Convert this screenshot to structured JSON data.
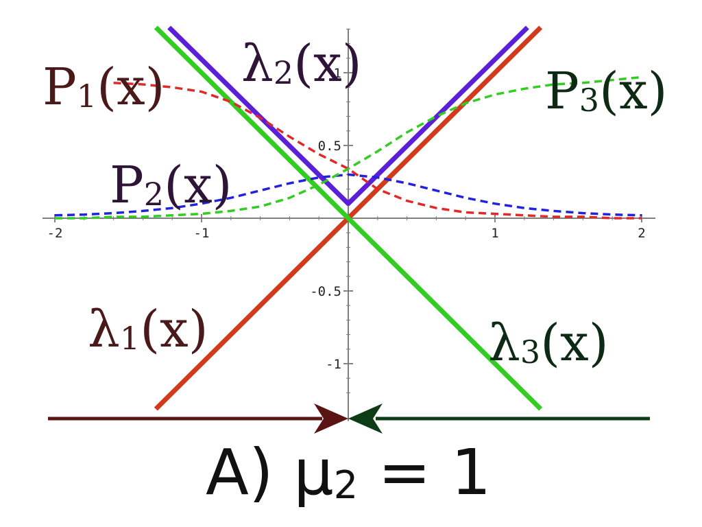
{
  "chart_data": {
    "type": "line",
    "title": "",
    "xlabel": "",
    "ylabel": "",
    "xlim": [
      -2,
      2
    ],
    "ylim": [
      -1.3,
      1.35
    ],
    "grid": false,
    "x_ticks": [
      {
        "value": -2,
        "label": "-2"
      },
      {
        "value": -1,
        "label": "-1"
      },
      {
        "value": 1,
        "label": "1"
      },
      {
        "value": 2,
        "label": "2"
      }
    ],
    "y_ticks": [
      {
        "value": 0.5,
        "label": "0.5"
      },
      {
        "value": 1,
        "label": "1"
      },
      {
        "value": -0.5,
        "label": "-0.5"
      },
      {
        "value": -1,
        "label": "-1"
      }
    ],
    "series": [
      {
        "key": "lambda1",
        "name": "λ1(x)",
        "label_base": "λ",
        "label_sub": "1",
        "label_tail": "(x)",
        "color": "#d23a1c",
        "label_color": "#4a1a1a",
        "style": "solid",
        "x": [
          -1.3,
          1.3
        ],
        "y": [
          -1.3,
          1.3
        ]
      },
      {
        "key": "lambda2",
        "name": "λ2(x)",
        "label_base": "λ",
        "label_sub": "2",
        "label_tail": "(x)",
        "color": "#5a1fd6",
        "label_color": "#2e1436",
        "style": "solid",
        "x": [
          -1.21,
          0,
          1.21
        ],
        "y": [
          1.3,
          0.1,
          1.3
        ]
      },
      {
        "key": "lambda3",
        "name": "λ3(x)",
        "label_base": "λ",
        "label_sub": "3",
        "label_tail": "(x)",
        "color": "#33cc22",
        "label_color": "#0f2a14",
        "style": "solid",
        "x": [
          -1.3,
          1.3
        ],
        "y": [
          1.3,
          -1.3
        ]
      },
      {
        "key": "P1",
        "name": "P1(x)",
        "label_base": "P",
        "label_sub": "1",
        "label_tail": "(x)",
        "color": "#e02a2a",
        "label_color": "#4a1a1a",
        "style": "dashed",
        "x": [
          -1.6,
          -1.4,
          -1.2,
          -1.0,
          -0.8,
          -0.6,
          -0.4,
          -0.2,
          0.0,
          0.2,
          0.4,
          0.6,
          0.8,
          1.0,
          1.2,
          1.4,
          1.6,
          1.8,
          2.0
        ],
        "y": [
          0.93,
          0.92,
          0.9,
          0.87,
          0.8,
          0.69,
          0.56,
          0.44,
          0.34,
          0.2,
          0.12,
          0.07,
          0.04,
          0.03,
          0.02,
          0.01,
          0.01,
          0.0,
          0.0
        ]
      },
      {
        "key": "P2",
        "name": "P2(x)",
        "label_base": "P",
        "label_sub": "2",
        "label_tail": "(x)",
        "color": "#2222dd",
        "label_color": "#2e1436",
        "style": "dashed",
        "x": [
          -2.0,
          -1.8,
          -1.6,
          -1.4,
          -1.2,
          -1.0,
          -0.8,
          -0.6,
          -0.4,
          -0.2,
          0.0,
          0.2,
          0.4,
          0.6,
          0.8,
          1.0,
          1.2,
          1.4,
          1.6,
          1.8,
          2.0
        ],
        "y": [
          0.02,
          0.025,
          0.035,
          0.05,
          0.07,
          0.1,
          0.14,
          0.19,
          0.24,
          0.28,
          0.3,
          0.28,
          0.24,
          0.19,
          0.14,
          0.1,
          0.07,
          0.05,
          0.035,
          0.025,
          0.02
        ]
      },
      {
        "key": "P3",
        "name": "P3(x)",
        "label_base": "P",
        "label_sub": "3",
        "label_tail": "(x)",
        "color": "#33cc22",
        "label_color": "#0f2a14",
        "style": "dashed",
        "x": [
          -2.0,
          -1.8,
          -1.6,
          -1.4,
          -1.2,
          -1.0,
          -0.8,
          -0.6,
          -0.4,
          -0.2,
          0.0,
          0.2,
          0.4,
          0.6,
          0.8,
          1.0,
          1.2,
          1.4,
          1.6,
          2.0
        ],
        "y": [
          0.0,
          0.0,
          0.01,
          0.01,
          0.02,
          0.03,
          0.05,
          0.08,
          0.14,
          0.23,
          0.34,
          0.46,
          0.59,
          0.7,
          0.79,
          0.85,
          0.89,
          0.92,
          0.93,
          0.97
        ]
      }
    ],
    "annotations": {
      "caption_prefix": "A) μ",
      "caption_sub": "2",
      "caption_suffix": " = 1",
      "arrow_left_color": "#5a1414",
      "arrow_right_color": "#0e3c16"
    }
  }
}
